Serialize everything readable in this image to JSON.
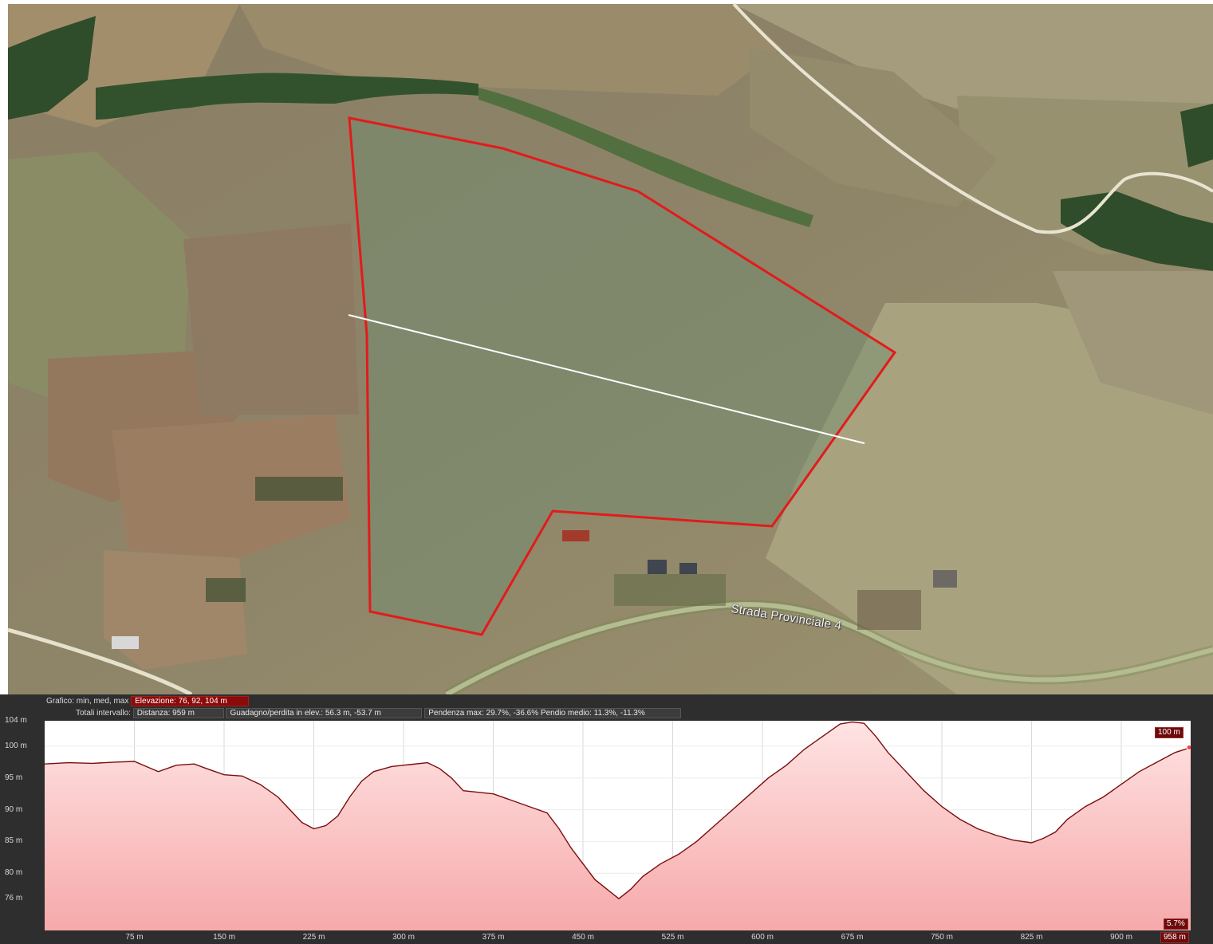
{
  "map": {
    "road_label": "Strada Provinciale 4",
    "colors": {
      "boundary": "#e21b1b",
      "measure_line": "#ffffff",
      "field_tint": "#6f8f72"
    }
  },
  "profile": {
    "stats": {
      "graph_label": "Grafico: min, med, max",
      "elevation": "Elevazione: 76, 92, 104 m",
      "totals_label": "Totali intervallo:",
      "distance": "Distanza: 959 m",
      "gain_loss": "Guadagno/perdita in elev.: 56.3 m, -53.7 m",
      "max_slope": "Pendenza max: 29.7%, -36.6%",
      "avg_slope": "Pendio medio: 11.3%, -11.3%"
    },
    "current_elevation": "100 m",
    "current_slope": "5.7%",
    "current_distance": "958 m"
  },
  "chart_data": {
    "type": "area",
    "x_unit": "m",
    "y_unit": "m",
    "xlim": [
      0,
      958
    ],
    "ylim": [
      71,
      104
    ],
    "y_ticks": [
      "104 m",
      "100 m",
      "95 m",
      "90 m",
      "85 m",
      "80 m",
      "76 m"
    ],
    "y_tick_values": [
      104,
      100,
      95,
      90,
      85,
      80,
      76
    ],
    "x_ticks": [
      "75 m",
      "150 m",
      "225 m",
      "300 m",
      "375 m",
      "450 m",
      "525 m",
      "600 m",
      "675 m",
      "750 m",
      "825 m",
      "900 m"
    ],
    "x_tick_values": [
      75,
      150,
      225,
      300,
      375,
      450,
      525,
      600,
      675,
      750,
      825,
      900
    ],
    "x": [
      0,
      20,
      40,
      60,
      75,
      85,
      95,
      110,
      125,
      135,
      150,
      165,
      180,
      195,
      205,
      215,
      225,
      235,
      245,
      255,
      265,
      275,
      290,
      305,
      320,
      330,
      340,
      350,
      360,
      375,
      390,
      405,
      420,
      430,
      440,
      450,
      460,
      470,
      480,
      490,
      500,
      515,
      530,
      545,
      560,
      575,
      590,
      605,
      620,
      635,
      650,
      665,
      675,
      685,
      695,
      705,
      720,
      735,
      750,
      765,
      780,
      795,
      810,
      825,
      835,
      845,
      855,
      870,
      885,
      900,
      915,
      930,
      945,
      958
    ],
    "y": [
      97.2,
      97.4,
      97.3,
      97.5,
      97.6,
      96.8,
      96.0,
      97.0,
      97.2,
      96.5,
      95.5,
      95.3,
      94.0,
      92.0,
      90.0,
      88.0,
      87.0,
      87.5,
      89.0,
      92.0,
      94.5,
      96.0,
      96.8,
      97.1,
      97.4,
      96.5,
      95.0,
      93.0,
      92.8,
      92.5,
      91.5,
      90.5,
      89.5,
      87.0,
      84.0,
      81.5,
      79.0,
      77.5,
      76.0,
      77.5,
      79.5,
      81.5,
      83.0,
      85.0,
      87.5,
      90.0,
      92.5,
      95.0,
      97.0,
      99.5,
      101.5,
      103.5,
      103.8,
      103.6,
      101.5,
      99.0,
      96.0,
      93.0,
      90.5,
      88.5,
      87.0,
      86.0,
      85.2,
      84.8,
      85.5,
      86.5,
      88.5,
      90.5,
      92.0,
      94.0,
      96.0,
      97.5,
      99.0,
      99.8
    ]
  }
}
